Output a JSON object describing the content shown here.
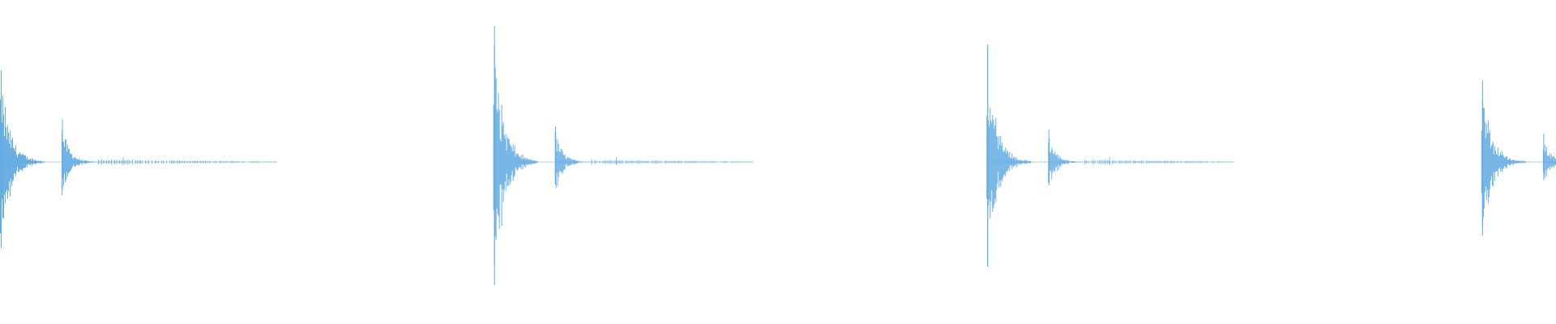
{
  "waveform": {
    "color": "#5aa6e0",
    "background": "#ffffff",
    "baseline_level": 0.5,
    "events": [
      {
        "onset": 0.0,
        "peak": 0.27,
        "rebound_peak": 0.12,
        "tail_end": 0.178
      },
      {
        "onset": 0.317,
        "peak": 0.4,
        "rebound_peak": 0.1,
        "tail_end": 0.484
      },
      {
        "onset": 0.634,
        "peak": 0.34,
        "rebound_peak": 0.09,
        "tail_end": 0.793
      },
      {
        "onset": 0.952,
        "peak": 0.24,
        "rebound_peak": 0.08,
        "tail_end": 1.0
      }
    ]
  }
}
